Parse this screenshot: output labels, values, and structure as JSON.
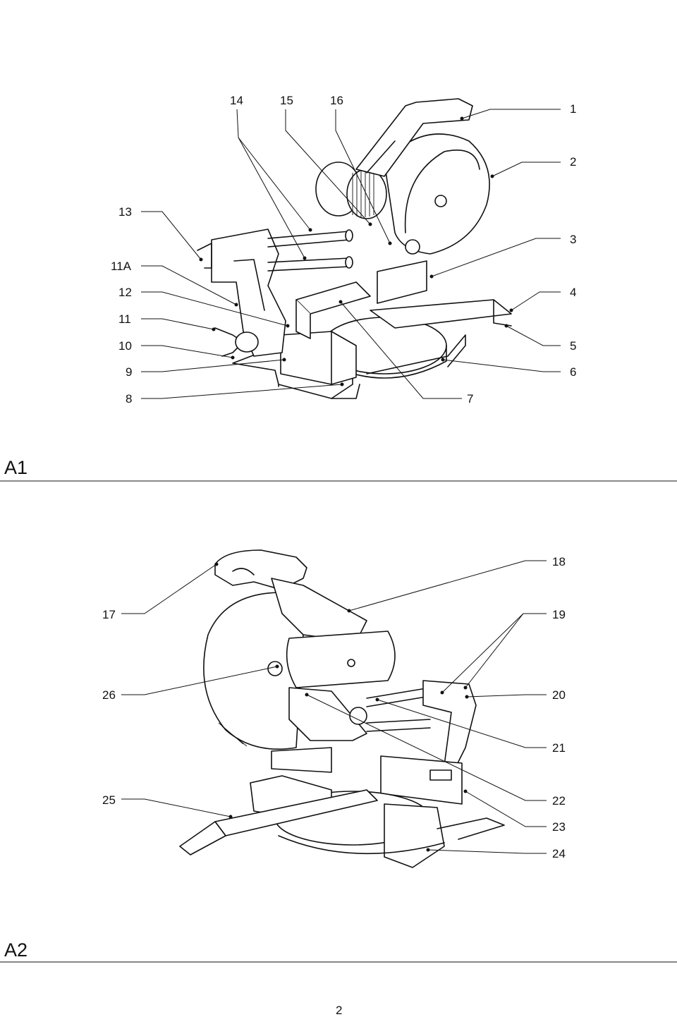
{
  "figure_a1": {
    "title": "A1",
    "callouts": [
      "1",
      "2",
      "3",
      "4",
      "5",
      "6",
      "7",
      "8",
      "9",
      "10",
      "11",
      "11A",
      "12",
      "13",
      "14",
      "15",
      "16"
    ]
  },
  "figure_a2": {
    "title": "A2",
    "callouts": [
      "17",
      "18",
      "19",
      "20",
      "21",
      "22",
      "23",
      "24",
      "25",
      "26"
    ]
  },
  "page_number": "2"
}
